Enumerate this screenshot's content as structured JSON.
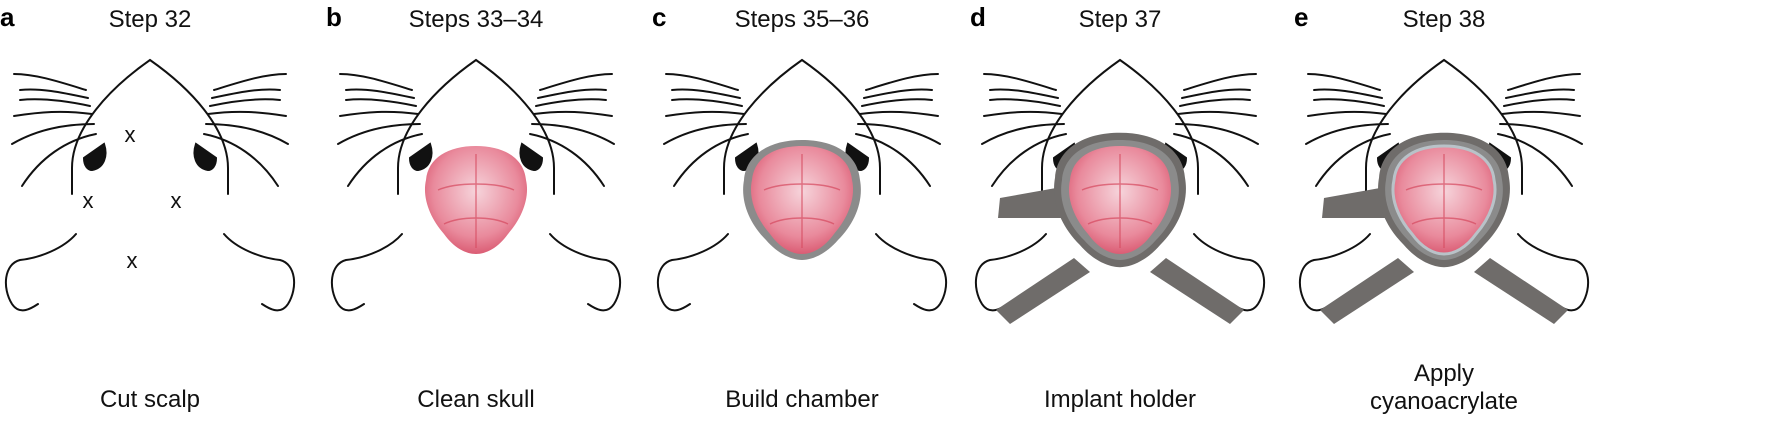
{
  "panels": [
    {
      "label": "a",
      "step": "Step 32",
      "caption": [
        "Cut scalp"
      ],
      "stage": "marks",
      "mark_symbol": "x"
    },
    {
      "label": "b",
      "step": "Steps 33–34",
      "caption": [
        "Clean skull"
      ],
      "stage": "skull"
    },
    {
      "label": "c",
      "step": "Steps 35–36",
      "caption": [
        "Build chamber"
      ],
      "stage": "chamber"
    },
    {
      "label": "d",
      "step": "Step 37",
      "caption": [
        "Implant holder"
      ],
      "stage": "holder"
    },
    {
      "label": "e",
      "step": "Step 38",
      "caption": [
        "Apply",
        "cyanoacrylate"
      ],
      "stage": "glue"
    }
  ],
  "colors": {
    "outline": "#111111",
    "skull_pink": "#e98a9c",
    "skull_light": "#f6d4db",
    "chamber_gray": "#8b8b8b",
    "holder_gray": "#6f6c6a",
    "glue_edge": "#b9c2c8"
  }
}
